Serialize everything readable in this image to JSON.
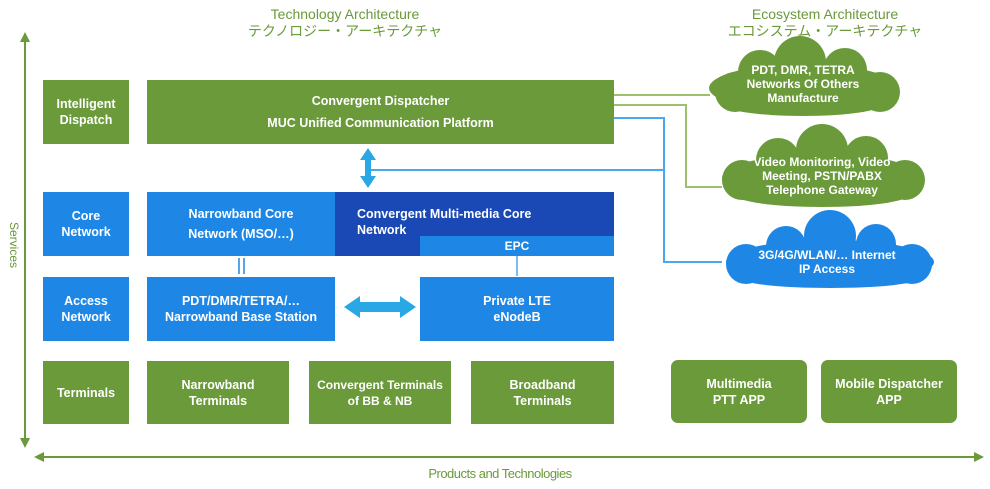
{
  "headers": {
    "technology_en": "Technology Architecture",
    "technology_jp": "テクノロジー・アーキテクチャ",
    "ecosystem_en": "Ecosystem Architecture",
    "ecosystem_jp": "エコシステム・アーキテクチャ"
  },
  "axes": {
    "vertical": "Services",
    "horizontal": "Products and Technologies"
  },
  "layers": {
    "intelligent_dispatch": "Intelligent Dispatch",
    "core_network": "Core Network",
    "access_network": "Access Network",
    "terminals": "Terminals"
  },
  "dispatcher": {
    "line1": "Convergent Dispatcher",
    "line2": "MUC Unified Communication Platform"
  },
  "core": {
    "narrowband": "Narrowband Core Network (MSO/…)",
    "multimedia": "Convergent Multi-media Core Network",
    "epc": "EPC"
  },
  "access": {
    "narrowband": "PDT/DMR/TETRA/… Narrowband Base Station",
    "lte": "Private LTE eNodeB"
  },
  "terminals": {
    "narrowband": "Narrowband Terminals",
    "convergent": "Convergent Terminals of BB & NB",
    "broadband": "Broadband Terminals",
    "multimedia_ptt": "Multimedia PTT APP",
    "mobile_dispatcher": "Mobile Dispatcher APP"
  },
  "clouds": {
    "networks": "PDT, DMR, TETRA Networks Of Others Manufacture",
    "video": "Video Monitoring, Video Meeting, PSTN/PABX Telephone Gateway",
    "internet": "3G/4G/WLAN/… Internet IP Access"
  },
  "colors": {
    "green": "#6a9a3a",
    "blue": "#1e87e6",
    "navy": "#1a48b4",
    "line_green": "#9cc06b",
    "line_blue": "#4aa8ee"
  }
}
